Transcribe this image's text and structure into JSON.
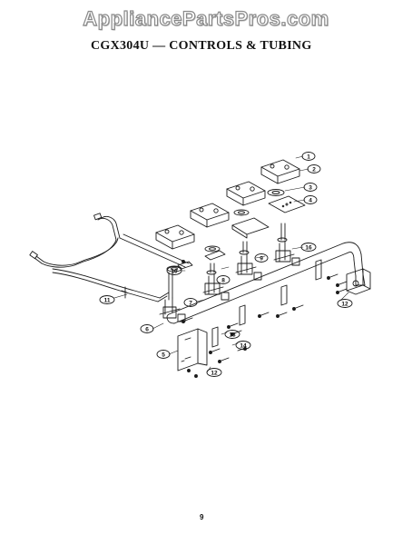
{
  "watermark": "AppliancePartsPros.com",
  "title": "CGX304U — CONTROLS & TUBING",
  "page_number": "9",
  "callouts": [
    "1",
    "2",
    "3",
    "4",
    "5",
    "6",
    "7",
    "8",
    "9",
    "10",
    "11",
    "12",
    "13",
    "14",
    "15",
    "16"
  ]
}
